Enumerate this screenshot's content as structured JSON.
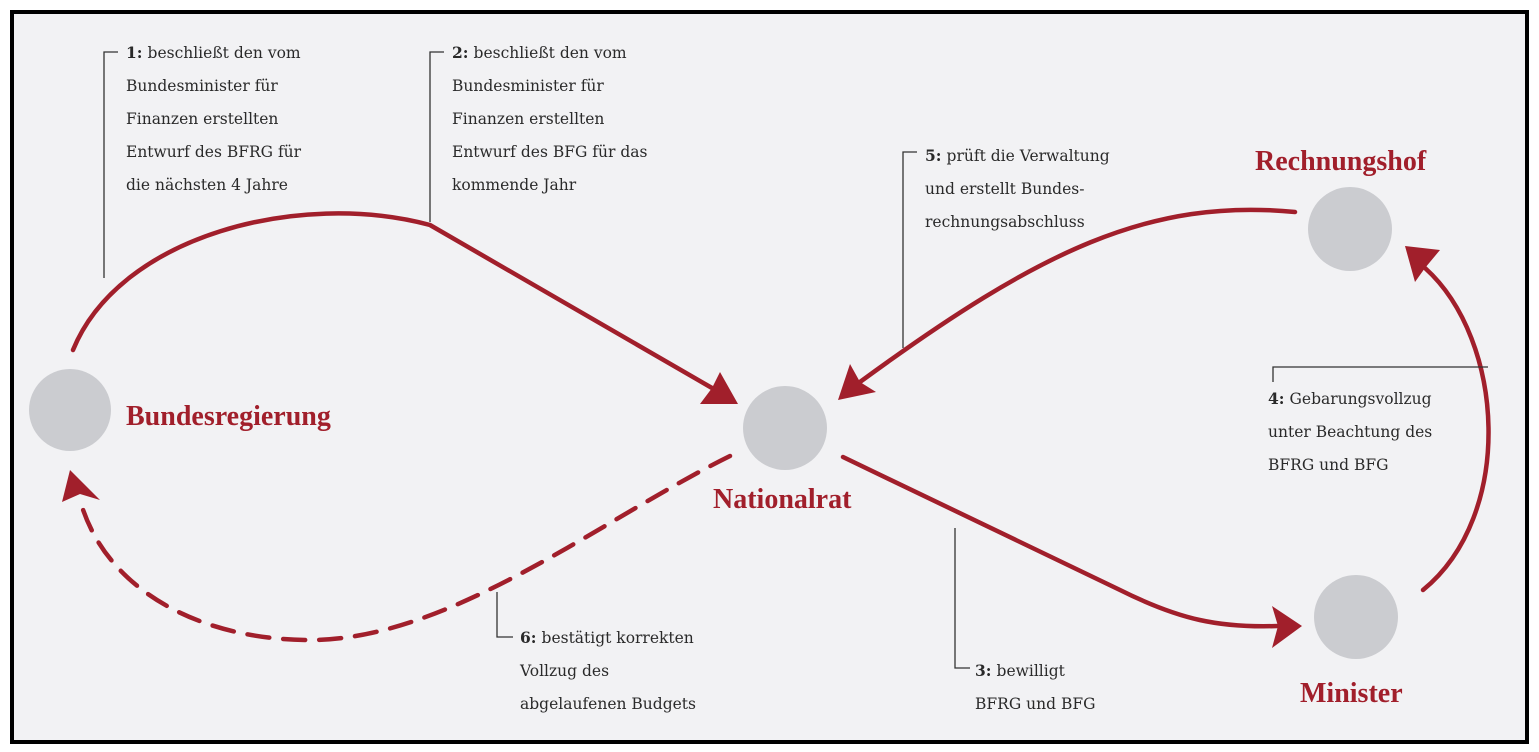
{
  "colors": {
    "accent": "#a11f2b",
    "node": "#cbccd0",
    "background": "#f2f2f4",
    "frame": "#000000"
  },
  "nodes": {
    "bundesregierung": "Bundesregierung",
    "nationalrat": "Nationalrat",
    "rechnungshof": "Rechnungshof",
    "minister": "Minister"
  },
  "steps": [
    {
      "num": "1:",
      "lines": [
        "beschließt den vom",
        "Bundesminister für",
        "Finanzen erstellten",
        "Entwurf des BFRG für",
        "die nächsten 4 Jahre"
      ]
    },
    {
      "num": "2:",
      "lines": [
        "beschließt den vom",
        "Bundesminister für",
        "Finanzen erstellten",
        "Entwurf des BFG für das",
        "kommende Jahr"
      ]
    },
    {
      "num": "3:",
      "lines": [
        "bewilligt",
        "BFRG und BFG"
      ]
    },
    {
      "num": "4:",
      "lines": [
        "Gebarungsvollzug",
        "unter Beachtung des",
        "BFRG und BFG"
      ]
    },
    {
      "num": "5:",
      "lines": [
        "prüft die Verwaltung",
        "und erstellt Bundes-",
        "rechnungsabschluss"
      ]
    },
    {
      "num": "6:",
      "lines": [
        "bestätigt korrekten",
        "Vollzug des",
        "abgelaufenen Budgets"
      ]
    }
  ]
}
